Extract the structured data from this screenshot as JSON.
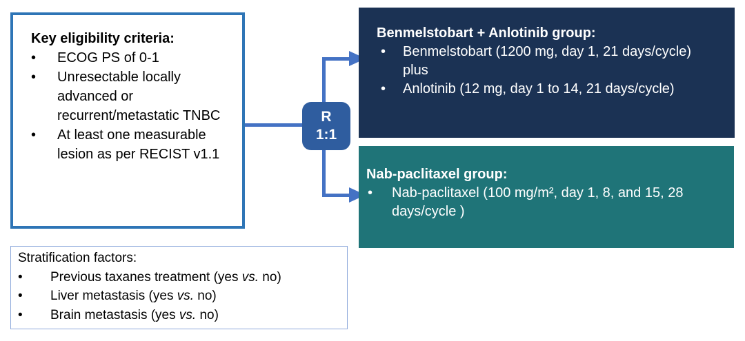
{
  "glyphs": {
    "bullet": "•"
  },
  "eligibility_box": {
    "title": "Key eligibility criteria:",
    "items": [
      "ECOG PS of 0-1",
      "Unresectable locally advanced or recurrent/metastatic TNBC",
      "At least one measurable lesion as per RECIST v1.1"
    ]
  },
  "randomization": {
    "letter": "R",
    "ratio": "1:1"
  },
  "arm1": {
    "title": "Benmelstobart + Anlotinib group:",
    "items": [
      "Benmelstobart (1200 mg, day 1, 21 days/cycle) plus",
      "Anlotinib (12 mg, day 1 to 14, 21 days/cycle)"
    ]
  },
  "arm2": {
    "title": "Nab-paclitaxel group:",
    "items": [
      "Nab-paclitaxel (100 mg/m², day 1, 8, and 15, 28 days/cycle )"
    ]
  },
  "stratification_box": {
    "title": "Stratification factors:",
    "items": [
      {
        "pre": "Previous taxanes treatment (yes ",
        "vs": "vs.",
        "post": " no)"
      },
      {
        "pre": "Liver metastasis (yes ",
        "vs": "vs.",
        "post": " no)"
      },
      {
        "pre": "Brain metastasis (yes ",
        "vs": "vs.",
        "post": " no)"
      }
    ]
  },
  "colors": {
    "arm1_bg": "#1B3254",
    "arm2_bg": "#1F7478",
    "randomizer_bg": "#2F5D9F",
    "connector": "#4472C4",
    "eligibility_border": "#2E75B6",
    "stratification_border": "#8EA9DB"
  }
}
